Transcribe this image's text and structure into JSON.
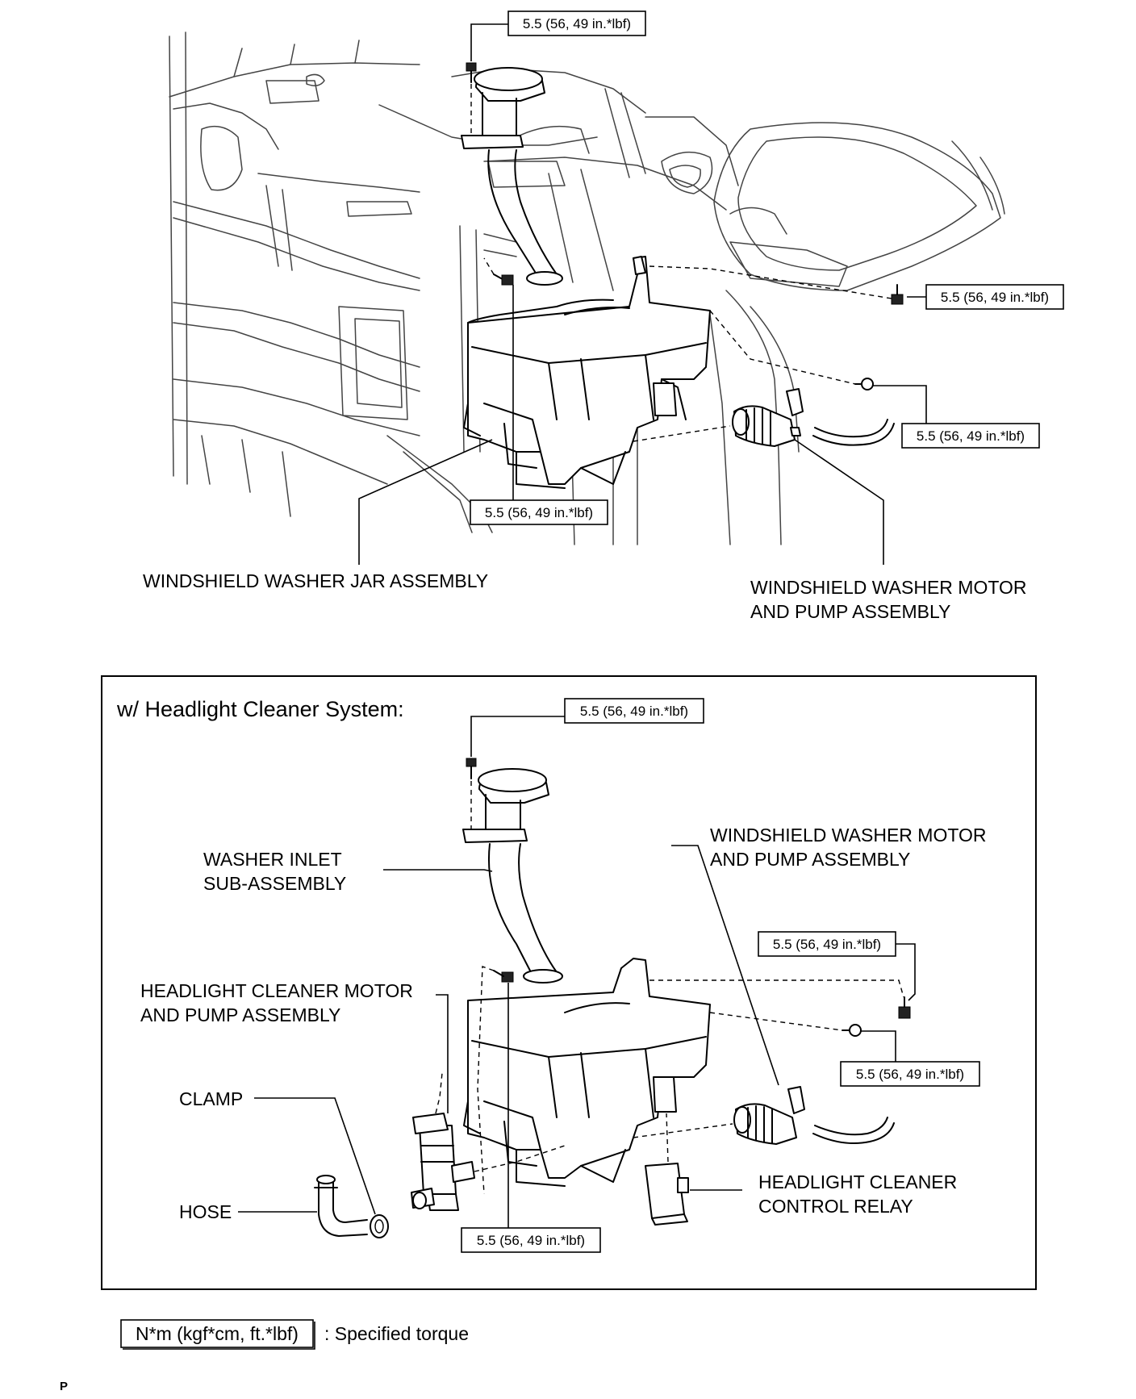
{
  "torque_value": "5.5 (56, 49 in.*lbf)",
  "top_view": {
    "labels": {
      "jar": "WINDSHIELD WASHER JAR ASSEMBLY",
      "motor_line1": "WINDSHIELD WASHER MOTOR",
      "motor_line2": "AND PUMP ASSEMBLY"
    }
  },
  "headlight_view": {
    "header": "w/ Headlight Cleaner System:",
    "labels": {
      "inlet_line1": "WASHER INLET",
      "inlet_line2": "SUB-ASSEMBLY",
      "motor_line1": "WINDSHIELD WASHER MOTOR",
      "motor_line2": "AND PUMP ASSEMBLY",
      "cleaner_motor_line1": "HEADLIGHT CLEANER MOTOR",
      "cleaner_motor_line2": "AND PUMP ASSEMBLY",
      "clamp": "CLAMP",
      "hose": "HOSE",
      "relay_line1": "HEADLIGHT CLEANER",
      "relay_line2": "CONTROL RELAY"
    }
  },
  "legend": {
    "unit_box": "N*m (kgf*cm, ft.*lbf)",
    "description": ": Specified torque"
  },
  "footer_code": "P"
}
